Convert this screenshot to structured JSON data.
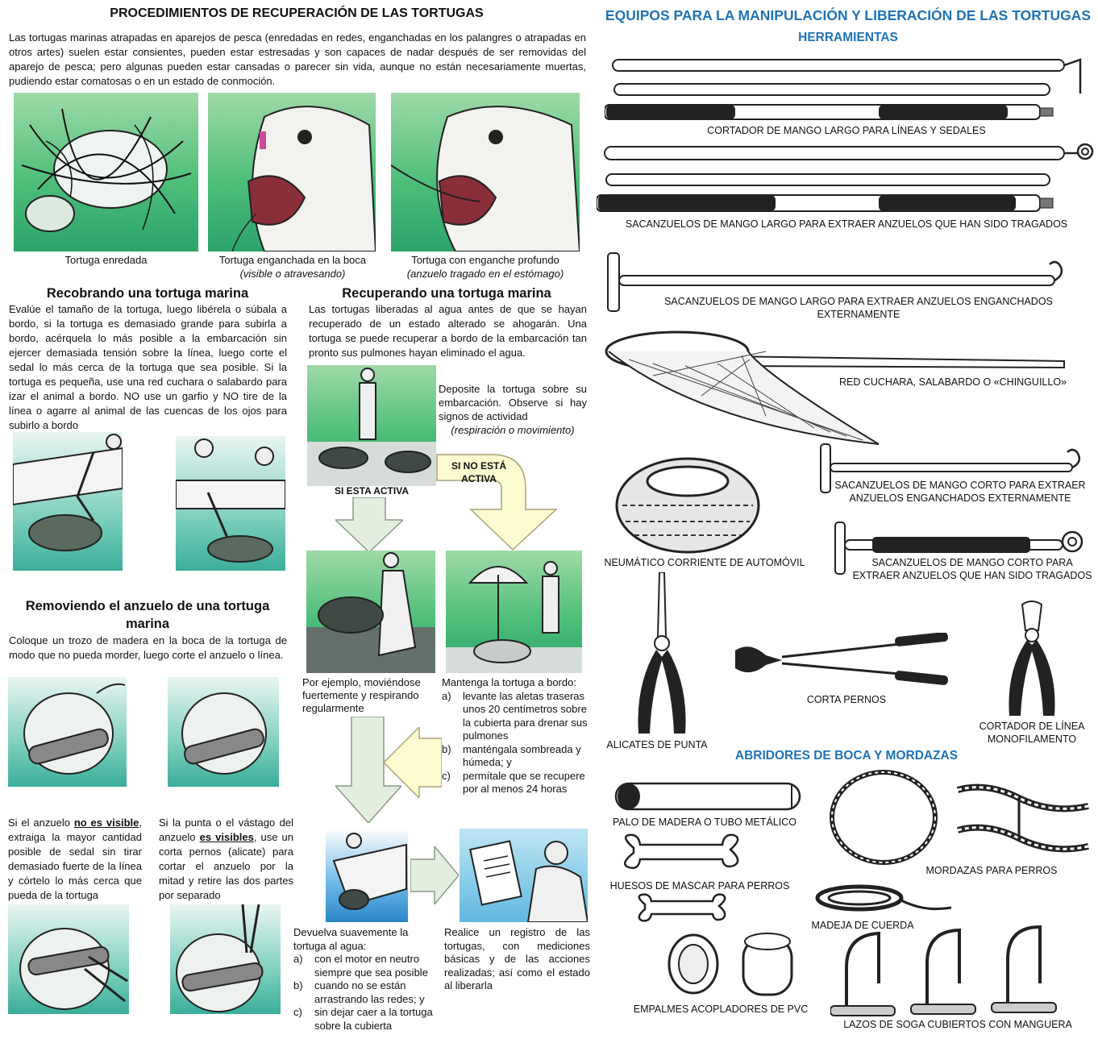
{
  "left": {
    "title": "PROCEDIMIENTOS DE RECUPERACIÓN DE LAS TORTUGAS",
    "intro": "Las tortugas marinas atrapadas en aparejos de pesca (enredadas en redes, enganchadas en los palangres o atrapadas en otros artes) suelen estar consientes, pueden estar estresadas y son capaces de nadar después de ser removidas del aparejo de pesca; pero algunas pueden estar cansadas o parecer sin vida, aunque no están necesariamente muertas, pudiendo estar comatosas o en un estado de conmoción.",
    "captions": {
      "c1": "Tortuga enredada",
      "c2_line1": "Tortuga enganchada en la boca",
      "c2_line2": "(visible o atravesando)",
      "c3_line1": "Tortuga con enganche profundo",
      "c3_line2": "(anzuelo tragado en el estómago)"
    },
    "recobrando": {
      "heading": "Recobrando una tortuga marina",
      "text": "Evalúe el tamaño de la tortuga, luego libérela o súbala a bordo, si la tortuga es demasiado grande para subirla a bordo, acérquela lo más posible a la embarcación sin ejercer demasiada tensión sobre la línea, luego corte el sedal lo más cerca de la tortuga que sea posible. Si la tortuga es pequeña, use una red cuchara o salabardo para izar el animal a bordo. NO use un garfio y NO tire de la línea o agarre al animal de las cuencas de los ojos para subirlo a bordo"
    },
    "removiendo": {
      "heading": "Removiendo el anzuelo de una tortuga marina",
      "text": "Coloque un trozo de madera en la boca de la tortuga de modo que no pueda morder, luego corte el anzuelo o línea.",
      "no_visible_pre": "Si el anzuelo ",
      "no_visible_u": "no es visible",
      "no_visible_post": ", extraiga la mayor cantidad posible de sedal sin tirar demasiado fuerte de la línea y córtelo lo más cerca que pueda de la tortuga",
      "visible_pre": "Si la punta o el vástago del anzuelo ",
      "visible_u": "es visibles",
      "visible_post": ", use un corta pernos (alicate) para cortar el anzuelo por la mitad y retire las dos partes por separado"
    },
    "recuperando": {
      "heading": "Recuperando una tortuga marina",
      "text": "Las tortugas liberadas al agua antes de que se hayan recuperado de un estado alterado se ahogarán. Una tortuga se puede recuperar a bordo de la embarcación tan pronto sus pulmones hayan eliminado el agua.",
      "deposite": "Deposite la tortuga sobre su embarcación. Observe si hay signos de actividad",
      "deposite_italic": "(respiración o movimiento)",
      "si_activa": "SI ESTA ACTIVA",
      "si_no_activa": "SI NO ESTÁ ACTIVA",
      "ejemplo": "Por ejemplo, moviéndose fuertemente y respirando regularmente",
      "mantenga": "Mantenga la tortuga a bordo:",
      "mantenga_items": [
        {
          "m": "a)",
          "t": "levante las aletas traseras unos 20 centímetros sobre la cubierta para drenar sus pulmones"
        },
        {
          "m": "b)",
          "t": "manténgala sombreada y húmeda; y"
        },
        {
          "m": "c)",
          "t": "permítale que se recupere por al menos 24 horas"
        }
      ],
      "devuelva": "Devuelva suavemente la tortuga al agua:",
      "devuelva_items": [
        {
          "m": "a)",
          "t": "con el motor en neutro siempre que sea posible"
        },
        {
          "m": "b)",
          "t": "cuando no se están arrastrando las redes; y"
        },
        {
          "m": "c)",
          "t": "sin dejar caer a la tortuga sobre la cubierta"
        }
      ],
      "registro": "Realice un registro de las tortugas, con mediciones básicas y de las acciones realizadas; así como el estado al liberarla"
    }
  },
  "right": {
    "title": "EQUIPOS PARA LA MANIPULACIÓN Y LIBERACIÓN DE LAS TORTUGAS",
    "herramientas": "HERRAMIENTAS",
    "abridores": "ABRIDORES DE BOCA Y MORDAZAS",
    "labels": {
      "cortador_largo": "CORTADOR DE MANGO LARGO PARA LÍNEAS Y SEDALES",
      "sacanzuelos_largo_tragados": "SACANZUELOS DE MANGO LARGO PARA EXTRAER ANZUELOS QUE HAN SIDO TRAGADOS",
      "sacanzuelos_largo_externos": "SACANZUELOS DE MANGO LARGO PARA EXTRAER ANZUELOS ENGANCHADOS EXTERNAMENTE",
      "red_cuchara": "RED CUCHARA, SALABARDO O «CHINGUILLO»",
      "sacanzuelos_corto_externos_1": "SACANZUELOS DE MANGO CORTO PARA EXTRAER",
      "sacanzuelos_corto_externos_2": "ANZUELOS ENGANCHADOS EXTERNAMENTE",
      "neumatico": "NEUMÁTICO CORRIENTE DE AUTOMÓVIL",
      "sacanzuelos_corto_tragados_1": "SACANZUELOS DE MANGO CORTO PARA",
      "sacanzuelos_corto_tragados_2": "EXTRAER ANZUELOS QUE HAN SIDO TRAGADOS",
      "alicates": "ALICATES DE PUNTA",
      "corta_pernos": "CORTA PERNOS",
      "cortador_linea_1": "CORTADOR DE LÍNEA",
      "cortador_linea_2": "MONOFILAMENTO",
      "palo": "PALO DE MADERA O TUBO METÁLICO",
      "huesos": "HUESOS DE MASCAR PARA PERROS",
      "mordazas": "MORDAZAS PARA PERROS",
      "madeja": "MADEJA DE CUERDA",
      "empalmes": "EMPALMES ACOPLADORES DE PVC",
      "lazos": "LAZOS DE SOGA CUBIERTOS CON MANGUERA"
    }
  },
  "colors": {
    "accent_blue": "#1f73b7",
    "arrow_green": "#e4eedf",
    "arrow_yellow": "#fdfbd0",
    "scene_green": "#4fbf7a"
  }
}
